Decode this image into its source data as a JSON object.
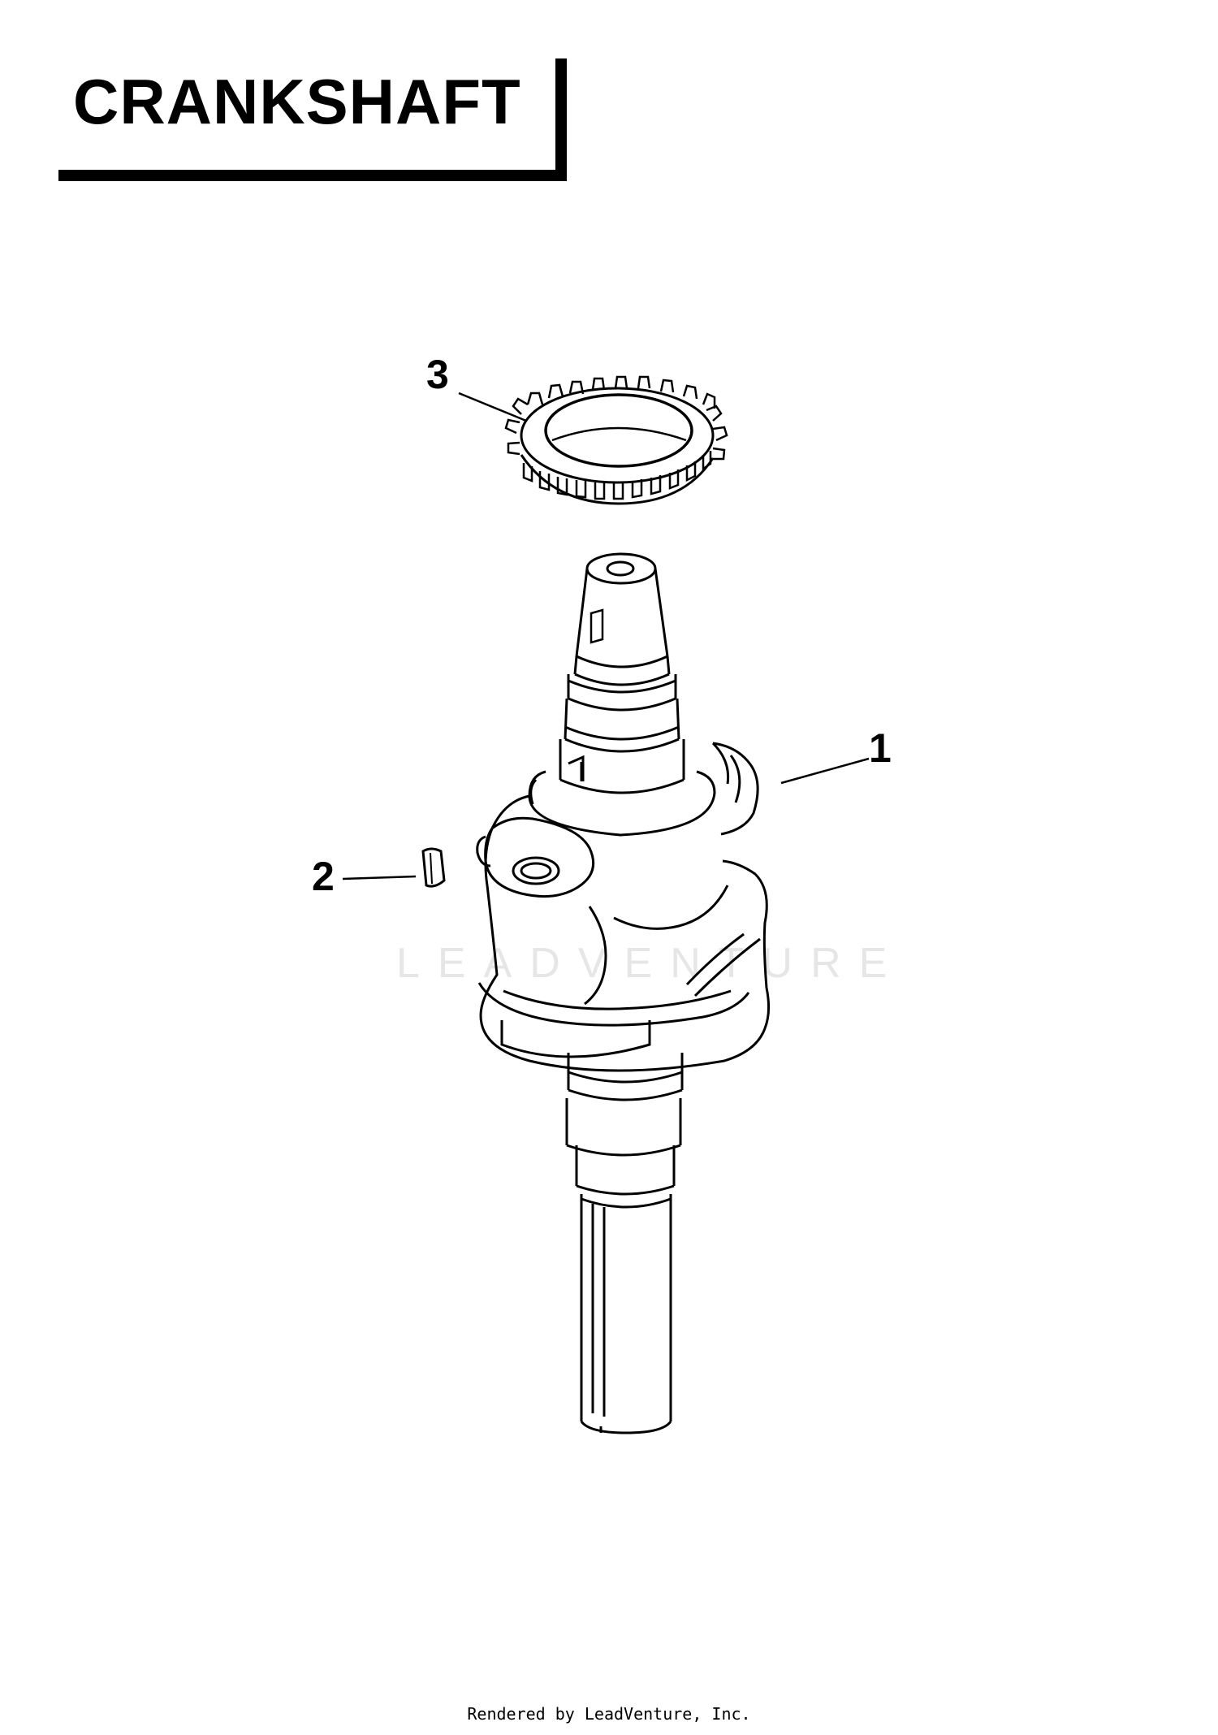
{
  "title": "CRANKSHAFT",
  "callouts": [
    {
      "id": "1",
      "label": "1",
      "part": "crankshaft"
    },
    {
      "id": "2",
      "label": "2",
      "part": "key"
    },
    {
      "id": "3",
      "label": "3",
      "part": "gear"
    }
  ],
  "watermark": "LEADVENTURE",
  "footer": "Rendered by LeadVenture, Inc."
}
